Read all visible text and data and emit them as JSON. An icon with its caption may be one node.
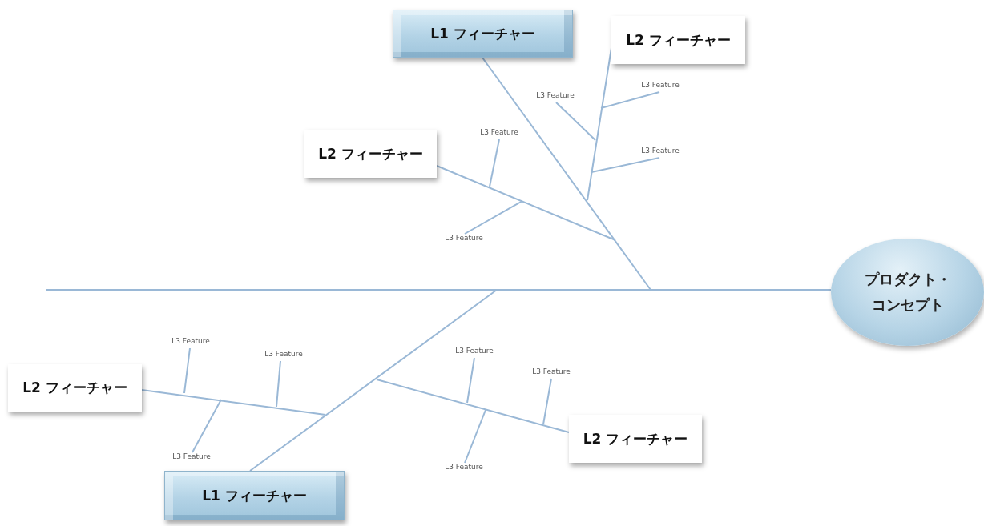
{
  "diagram": {
    "nodes": [
      {
        "text": [
          "L1 フィーチャー"
        ]
      },
      {
        "text": [
          "L2 フィーチャー"
        ]
      },
      {
        "text": [
          "L3 Feature"
        ]
      },
      {
        "text": [
          "L3 Feature"
        ]
      },
      {
        "text": [
          "L2 フィーチャー"
        ]
      },
      {
        "text": [
          "L3 Feature"
        ]
      },
      {
        "text": [
          "L3 Feature"
        ]
      },
      {
        "text": [
          "L3 Feature"
        ]
      },
      {
        "text": [
          "プロダクト・コンセプト"
        ]
      },
      {
        "text": [
          "L3 Feature"
        ]
      },
      {
        "text": [
          "L3 Feature"
        ]
      },
      {
        "text": [
          "L3 Feature"
        ]
      },
      {
        "text": [
          "L3 Feature"
        ]
      },
      {
        "text": [
          "L2 フィーチャー"
        ]
      },
      {
        "text": [
          "L2 フィーチャー"
        ]
      },
      {
        "text": [
          "L3 Feature"
        ]
      },
      {
        "text": [
          "L3 Feature"
        ]
      },
      {
        "text": [
          "L1 フィーチャー"
        ]
      }
    ],
    "edges": [
      {
        "from": null,
        "to": 8,
        "arrow": "none"
      },
      {
        "from": 0,
        "to": null,
        "arrow": "none"
      },
      {
        "from": 1,
        "to": null,
        "arrow": "none"
      },
      {
        "from": 2,
        "to": null,
        "arrow": "none"
      },
      {
        "from": 3,
        "to": null,
        "arrow": "none"
      },
      {
        "from": 6,
        "to": null,
        "arrow": "none"
      },
      {
        "from": 4,
        "to": null,
        "arrow": "none"
      },
      {
        "from": 5,
        "to": null,
        "arrow": "none"
      },
      {
        "from": 7,
        "to": null,
        "arrow": "none"
      },
      {
        "from": 17,
        "to": null,
        "arrow": "none"
      },
      {
        "from": 13,
        "to": null,
        "arrow": "none"
      },
      {
        "from": 9,
        "to": null,
        "arrow": "none"
      },
      {
        "from": 10,
        "to": null,
        "arrow": "none"
      },
      {
        "from": 15,
        "to": null,
        "arrow": "none"
      },
      {
        "from": 14,
        "to": null,
        "arrow": "none"
      },
      {
        "from": 11,
        "to": null,
        "arrow": "none"
      },
      {
        "from": 12,
        "to": null,
        "arrow": "none"
      },
      {
        "from": 16,
        "to": null,
        "arrow": "none"
      }
    ]
  }
}
